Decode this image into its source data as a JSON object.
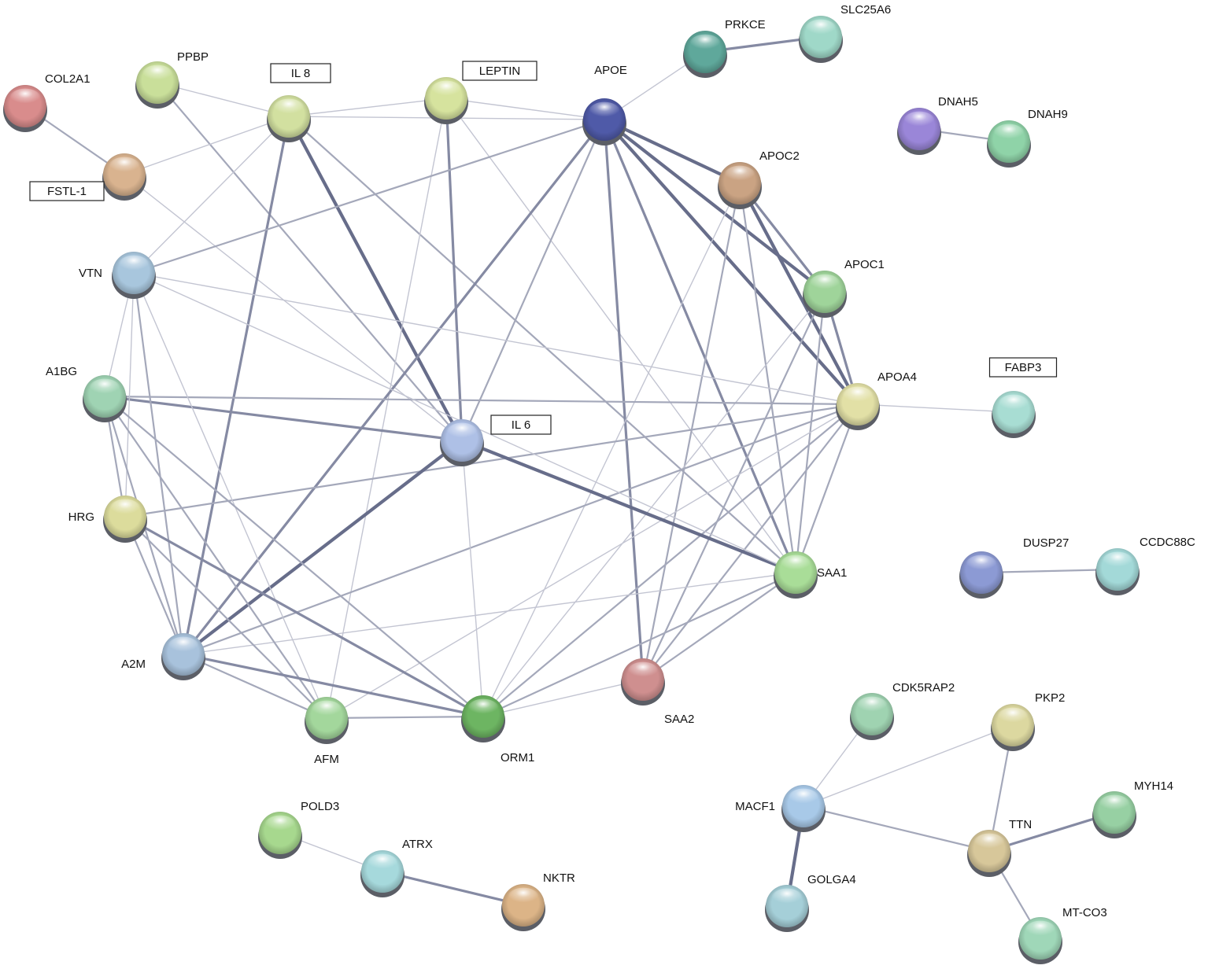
{
  "network": {
    "nodes": [
      {
        "id": "COL2A1",
        "label": "COL2A1",
        "color": "#d98c8c",
        "boxed": false
      },
      {
        "id": "PPBP",
        "label": "PPBP",
        "color": "#c9df9a",
        "boxed": false
      },
      {
        "id": "IL8",
        "label": "IL 8",
        "color": "#d2e0a0",
        "boxed": true
      },
      {
        "id": "LEPTIN",
        "label": "LEPTIN",
        "color": "#d6e39e",
        "boxed": true
      },
      {
        "id": "APOE",
        "label": "APOE",
        "color": "#4f5aa8",
        "boxed": false
      },
      {
        "id": "PRKCE",
        "label": "PRKCE",
        "color": "#5fa89b",
        "boxed": false
      },
      {
        "id": "SLC25A6",
        "label": "SLC25A6",
        "color": "#9fd8c8",
        "boxed": false
      },
      {
        "id": "DNAH5",
        "label": "DNAH5",
        "color": "#9a86d8",
        "boxed": false
      },
      {
        "id": "DNAH9",
        "label": "DNAH9",
        "color": "#8fd3a8",
        "boxed": false
      },
      {
        "id": "FSTL1",
        "label": "FSTL-1",
        "color": "#d9b38f",
        "boxed": true
      },
      {
        "id": "APOC2",
        "label": "APOC2",
        "color": "#caa383",
        "boxed": false
      },
      {
        "id": "VTN",
        "label": "VTN",
        "color": "#a8c6dd",
        "boxed": false
      },
      {
        "id": "APOC1",
        "label": "APOC1",
        "color": "#9fd49a",
        "boxed": false
      },
      {
        "id": "A1BG",
        "label": "A1BG",
        "color": "#9fd3b3",
        "boxed": false
      },
      {
        "id": "APOA4",
        "label": "APOA4",
        "color": "#e2e0a6",
        "boxed": false
      },
      {
        "id": "FABP3",
        "label": "FABP3",
        "color": "#a8ddd3",
        "boxed": true
      },
      {
        "id": "IL6",
        "label": "IL 6",
        "color": "#aec0e6",
        "boxed": true
      },
      {
        "id": "HRG",
        "label": "HRG",
        "color": "#dcdc9c",
        "boxed": false
      },
      {
        "id": "SAA1",
        "label": "SAA1",
        "color": "#a9dd98",
        "boxed": false
      },
      {
        "id": "DUSP27",
        "label": "DUSP27",
        "color": "#8c9ad4",
        "boxed": false
      },
      {
        "id": "CCDC88C",
        "label": "CCDC88C",
        "color": "#a3d9d8",
        "boxed": false
      },
      {
        "id": "A2M",
        "label": "A2M",
        "color": "#a8c2dc",
        "boxed": false
      },
      {
        "id": "SAA2",
        "label": "SAA2",
        "color": "#cf8f8f",
        "boxed": false
      },
      {
        "id": "AFM",
        "label": "AFM",
        "color": "#a3d79c",
        "boxed": false
      },
      {
        "id": "ORM1",
        "label": "ORM1",
        "color": "#6db562",
        "boxed": false
      },
      {
        "id": "CDK5RAP2",
        "label": "CDK5RAP2",
        "color": "#9fd3b1",
        "boxed": false
      },
      {
        "id": "PKP2",
        "label": "PKP2",
        "color": "#dcd8a0",
        "boxed": false
      },
      {
        "id": "MYH14",
        "label": "MYH14",
        "color": "#97d0a3",
        "boxed": false
      },
      {
        "id": "MACF1",
        "label": "MACF1",
        "color": "#a8c9e8",
        "boxed": false
      },
      {
        "id": "TTN",
        "label": "TTN",
        "color": "#d7c79a",
        "boxed": false
      },
      {
        "id": "POLD3",
        "label": "POLD3",
        "color": "#a7d88e",
        "boxed": false
      },
      {
        "id": "ATRX",
        "label": "ATRX",
        "color": "#a6d9dc",
        "boxed": false
      },
      {
        "id": "NKTR",
        "label": "NKTR",
        "color": "#dcb487",
        "boxed": false
      },
      {
        "id": "GOLGA4",
        "label": "GOLGA4",
        "color": "#a5cfd8",
        "boxed": false
      },
      {
        "id": "MTCO3",
        "label": "MT-CO3",
        "color": "#9fd7b8",
        "boxed": false
      }
    ],
    "edges": [
      [
        "COL2A1",
        "FSTL1",
        2
      ],
      [
        "PRKCE",
        "SLC25A6",
        3
      ],
      [
        "PRKCE",
        "APOE",
        1
      ],
      [
        "DNAH5",
        "DNAH9",
        2
      ],
      [
        "APOA4",
        "FABP3",
        1
      ],
      [
        "DUSP27",
        "CCDC88C",
        2
      ],
      [
        "POLD3",
        "ATRX",
        1
      ],
      [
        "ATRX",
        "NKTR",
        3
      ],
      [
        "MACF1",
        "CDK5RAP2",
        1
      ],
      [
        "MACF1",
        "PKP2",
        1
      ],
      [
        "MACF1",
        "TTN",
        2
      ],
      [
        "MACF1",
        "GOLGA4",
        4
      ],
      [
        "PKP2",
        "TTN",
        2
      ],
      [
        "TTN",
        "MYH14",
        3
      ],
      [
        "TTN",
        "MTCO3",
        2
      ],
      [
        "PPBP",
        "IL8",
        1
      ],
      [
        "PPBP",
        "IL6",
        2
      ],
      [
        "FSTL1",
        "IL8",
        1
      ],
      [
        "FSTL1",
        "IL6",
        1
      ],
      [
        "IL8",
        "LEPTIN",
        1
      ],
      [
        "IL8",
        "APOE",
        1
      ],
      [
        "IL8",
        "IL6",
        4
      ],
      [
        "IL8",
        "A2M",
        3
      ],
      [
        "IL8",
        "SAA1",
        2
      ],
      [
        "IL8",
        "VTN",
        1
      ],
      [
        "LEPTIN",
        "APOE",
        1
      ],
      [
        "LEPTIN",
        "IL6",
        3
      ],
      [
        "LEPTIN",
        "SAA1",
        1
      ],
      [
        "LEPTIN",
        "AFM",
        1
      ],
      [
        "APOE",
        "APOC2",
        4
      ],
      [
        "APOE",
        "APOC1",
        4
      ],
      [
        "APOE",
        "APOA4",
        4
      ],
      [
        "APOE",
        "SAA1",
        3
      ],
      [
        "APOE",
        "SAA2",
        3
      ],
      [
        "APOE",
        "IL6",
        2
      ],
      [
        "APOE",
        "A2M",
        3
      ],
      [
        "APOE",
        "VTN",
        2
      ],
      [
        "APOC2",
        "APOC1",
        3
      ],
      [
        "APOC2",
        "APOA4",
        4
      ],
      [
        "APOC2",
        "SAA1",
        2
      ],
      [
        "APOC2",
        "SAA2",
        2
      ],
      [
        "APOC2",
        "ORM1",
        1
      ],
      [
        "APOC1",
        "APOA4",
        3
      ],
      [
        "APOC1",
        "SAA1",
        2
      ],
      [
        "APOC1",
        "SAA2",
        2
      ],
      [
        "APOC1",
        "ORM1",
        1
      ],
      [
        "APOA4",
        "SAA1",
        2
      ],
      [
        "APOA4",
        "SAA2",
        2
      ],
      [
        "APOA4",
        "A1BG",
        2
      ],
      [
        "APOA4",
        "HRG",
        2
      ],
      [
        "APOA4",
        "VTN",
        1
      ],
      [
        "APOA4",
        "ORM1",
        2
      ],
      [
        "APOA4",
        "AFM",
        1
      ],
      [
        "APOA4",
        "A2M",
        2
      ],
      [
        "IL6",
        "A1BG",
        3
      ],
      [
        "IL6",
        "SAA1",
        4
      ],
      [
        "IL6",
        "A2M",
        4
      ],
      [
        "IL6",
        "ORM1",
        1
      ],
      [
        "SAA1",
        "SAA2",
        2
      ],
      [
        "SAA1",
        "A2M",
        1
      ],
      [
        "SAA1",
        "VTN",
        1
      ],
      [
        "SAA1",
        "ORM1",
        2
      ],
      [
        "SAA2",
        "ORM1",
        1
      ],
      [
        "VTN",
        "A1BG",
        1
      ],
      [
        "VTN",
        "HRG",
        1
      ],
      [
        "VTN",
        "A2M",
        2
      ],
      [
        "VTN",
        "AFM",
        1
      ],
      [
        "A1BG",
        "HRG",
        2
      ],
      [
        "A1BG",
        "A2M",
        2
      ],
      [
        "A1BG",
        "AFM",
        2
      ],
      [
        "A1BG",
        "ORM1",
        2
      ],
      [
        "HRG",
        "A2M",
        2
      ],
      [
        "HRG",
        "AFM",
        2
      ],
      [
        "HRG",
        "ORM1",
        3
      ],
      [
        "A2M",
        "AFM",
        2
      ],
      [
        "A2M",
        "ORM1",
        3
      ],
      [
        "AFM",
        "ORM1",
        2
      ]
    ]
  }
}
